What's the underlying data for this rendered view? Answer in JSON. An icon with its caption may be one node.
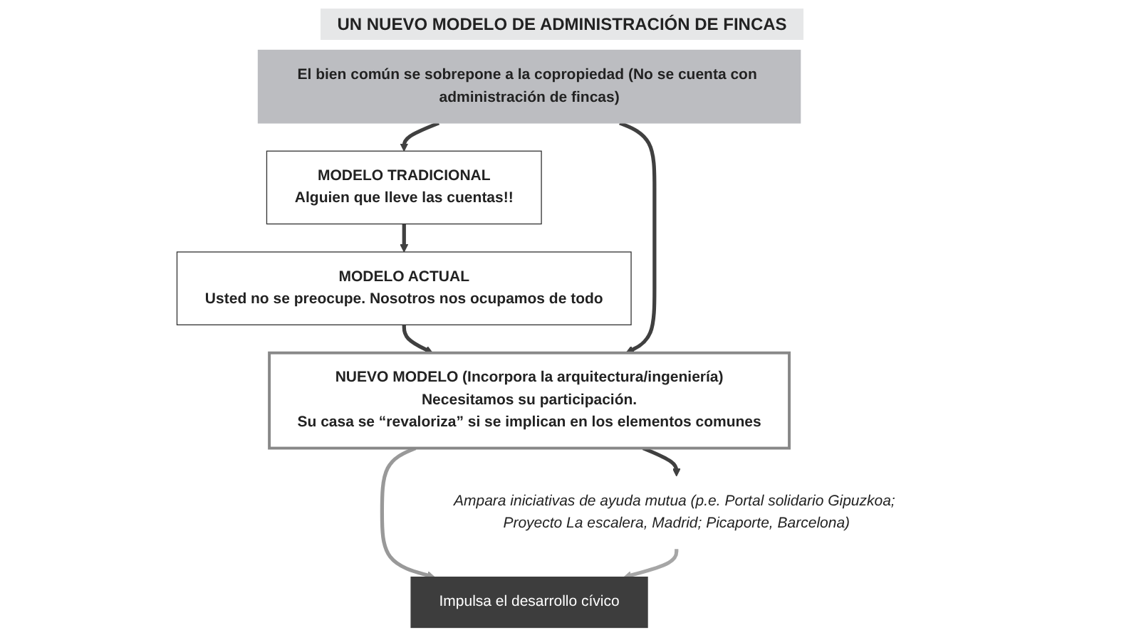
{
  "diagram": {
    "title": "UN NUEVO MODELO DE ADMINISTRACIÓN DE FINCAS",
    "nodes": [
      {
        "text": [
          "El bien común se sobrepone a la copropiedad (No se cuenta con administración de fincas)"
        ]
      },
      {
        "text": [
          "MODELO TRADICIONAL",
          "Alguien que lleve las cuentas!!"
        ]
      },
      {
        "text": [
          "MODELO ACTUAL",
          "Usted no se preocupe. Nosotros nos ocupamos de todo"
        ]
      },
      {
        "text": [
          "NUEVO MODELO (Incorpora la arquitectura/ingeniería)",
          "Necesitamos su participación.",
          "Su casa se “revaloriza” si se implican en los elementos comunes"
        ]
      },
      {
        "text": [
          "Impulsa el desarrollo cívico"
        ]
      },
      {
        "text": [
          "Ampara iniciativas de ayuda mutua (p.e. Portal solidario Gipuzkoa; Proyecto La escalera, Madrid; Picaporte, Barcelona)"
        ]
      }
    ],
    "edges": [
      {
        "from": 0,
        "to": 1,
        "arrow": "to"
      },
      {
        "from": 1,
        "to": 2,
        "arrow": "to"
      },
      {
        "from": 2,
        "to": 3,
        "arrow": "to"
      },
      {
        "from": 3,
        "to": 4,
        "arrow": "to",
        "color": "#999999"
      },
      {
        "from": 3,
        "to": 5,
        "arrow": "to"
      },
      {
        "from": 5,
        "to": 4,
        "arrow": "to",
        "color": "#a6a6a6"
      },
      {
        "from": 0,
        "to": 3,
        "arrow": "to"
      }
    ]
  }
}
